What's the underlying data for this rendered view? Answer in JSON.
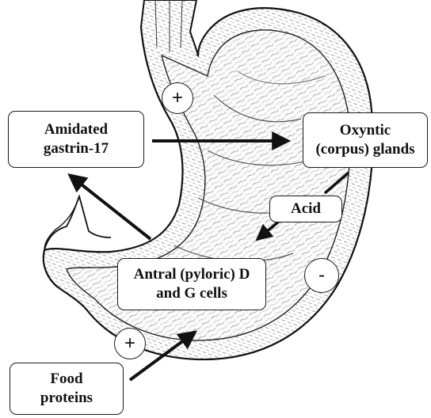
{
  "labels": {
    "gastrin": "Amidated\ngastrin-17",
    "oxyntic": "Oxyntic\n(corpus) glands",
    "acid": "Acid",
    "antral": "Antral (pyloric) D\nand G cells",
    "food": "Food\nproteins"
  },
  "signs": {
    "plus_top": "+",
    "minus_right": "-",
    "plus_bottom": "+"
  },
  "colors": {
    "ink": "#111111",
    "background": "#ffffff"
  }
}
